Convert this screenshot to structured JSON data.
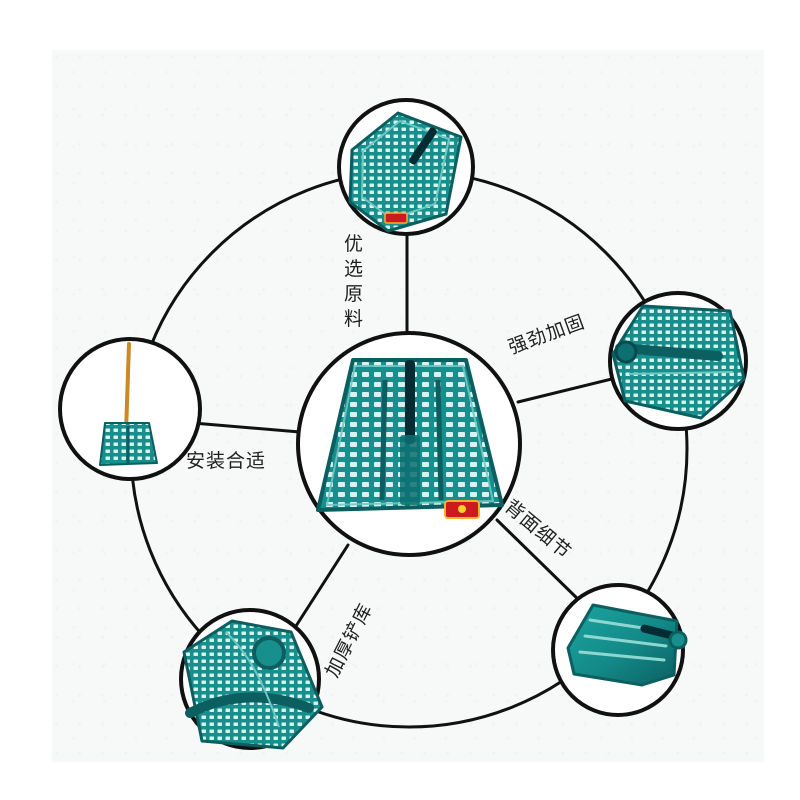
{
  "labels": {
    "raw_material": "优选原料",
    "reinforced": "强劲加固",
    "back_detail": "背面细节",
    "thick_socket": "加厚铲库",
    "install_fit": "安装合适"
  },
  "colors": {
    "teal": "#178f8d",
    "teal_dark": "#0b5f60",
    "line": "#111111",
    "background": "#f7f8f8"
  },
  "icons": {
    "center": "shovel-front-icon",
    "top": "shovel-top-icon",
    "right_upper": "shovel-reinforcement-icon",
    "right_lower": "shovel-back-icon",
    "left_lower": "shovel-socket-icon",
    "left": "shovel-with-handle-icon"
  }
}
